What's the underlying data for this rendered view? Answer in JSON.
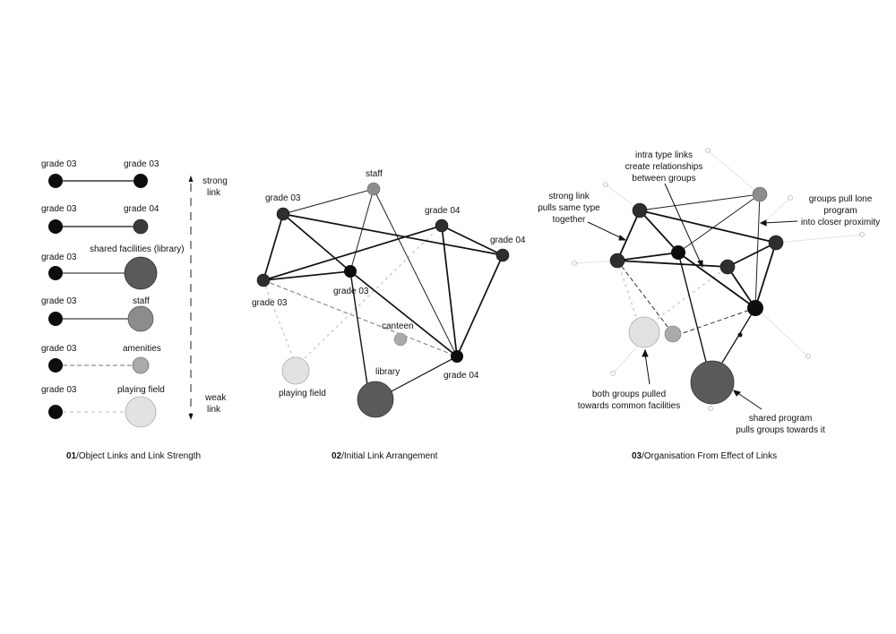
{
  "colors": {
    "grade03": "#0d0d0d",
    "grade04": "#3a3a3a",
    "library": "#5a5a5a",
    "staff": "#8c8c8c",
    "amenities": "#aaaaaa",
    "playing_field": "#e2e2e2",
    "ghost": "#cccccc"
  },
  "panel1": {
    "caption_num": "01",
    "caption_text": "/Object Links and Link Strength",
    "rows": [
      {
        "left": "grade 03",
        "right": "grade 03"
      },
      {
        "left": "grade 03",
        "right": "grade 04"
      },
      {
        "left": "grade 03",
        "right": "shared facilities (library)"
      },
      {
        "left": "grade 03",
        "right": "staff"
      },
      {
        "left": "grade 03",
        "right": "amenities"
      },
      {
        "left": "grade 03",
        "right": "playing field"
      }
    ],
    "scale_top": [
      "strong",
      "link"
    ],
    "scale_bottom": [
      "weak",
      "link"
    ]
  },
  "panel2": {
    "caption_num": "02",
    "caption_text": "/Initial Link Arrangement",
    "labels": {
      "staff": "staff",
      "g03a": "grade 03",
      "g04a": "grade 04",
      "g04b": "grade 04",
      "g03b": "grade 03",
      "g03c": "grade 03",
      "canteen": "canteen",
      "g04c": "grade 04",
      "library": "library",
      "field": "playing field"
    }
  },
  "panel3": {
    "caption_num": "03",
    "caption_text": "/Organisation From Effect of Links",
    "annotations": {
      "intra": [
        "intra type links",
        "create relationships",
        "between groups"
      ],
      "strong": [
        "strong link",
        "pulls same type",
        "together"
      ],
      "lone": [
        "groups pull lone",
        "program",
        "into closer proximity"
      ],
      "common": [
        "both groups pulled",
        "towards common facilities"
      ],
      "shared": [
        "shared program",
        "pulls groups towards it"
      ]
    }
  }
}
